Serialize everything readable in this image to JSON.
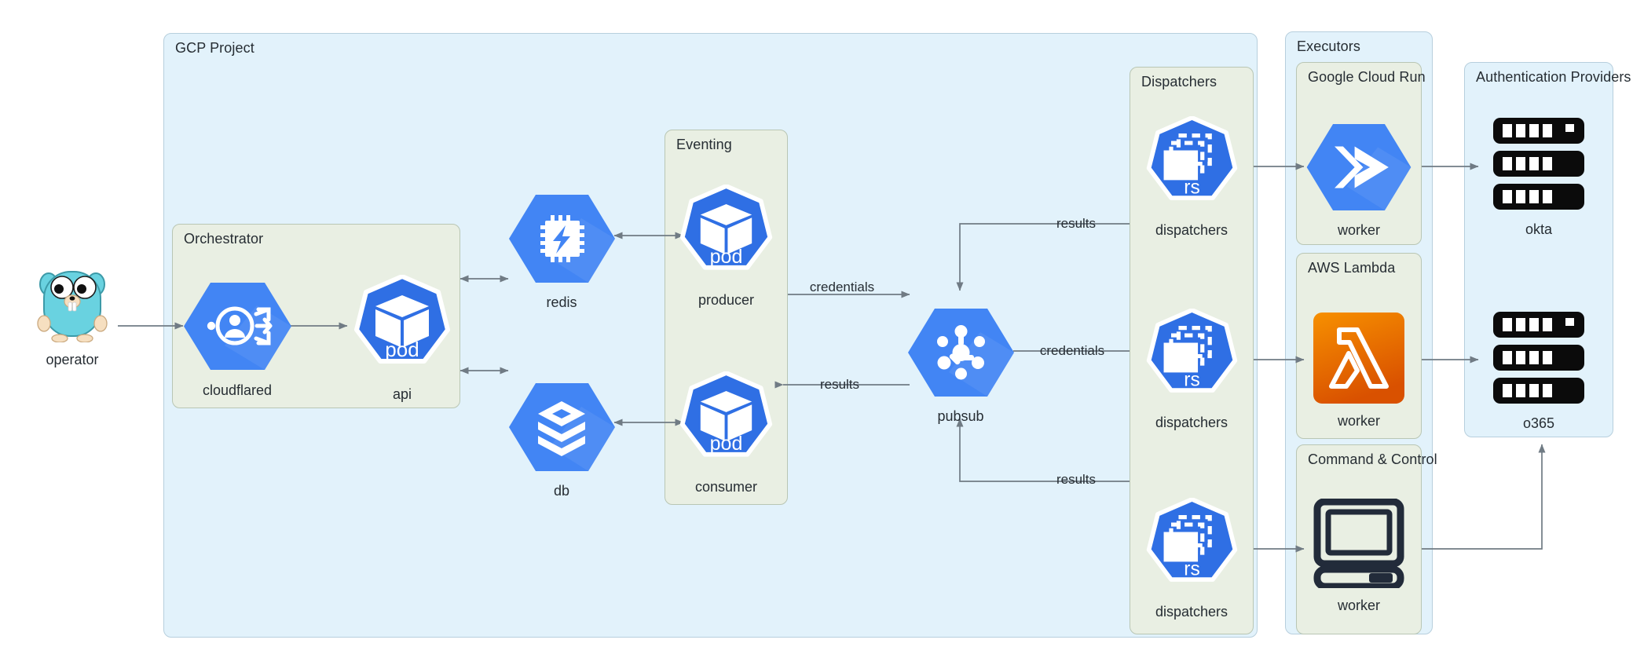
{
  "diagram": {
    "title": "GCP Project credential-harvesting architecture",
    "colors": {
      "gcp_blue": "#4285f4",
      "group_blue_fill": "#e2f2fb",
      "group_green_fill": "#e9efe3",
      "group_stroke": "#b9c6cc",
      "aws_orange_light": "#f79000",
      "aws_orange_dark": "#d95100",
      "server_black": "#0b0b0b",
      "c2_navy": "#222b3a",
      "edge_stroke": "#707b84",
      "text": "#262d33",
      "gopher_body": "#69d2e0"
    }
  },
  "groups": {
    "gcp_project": {
      "label": "GCP Project"
    },
    "orchestrator": {
      "label": "Orchestrator"
    },
    "eventing": {
      "label": "Eventing"
    },
    "dispatchers": {
      "label": "Dispatchers"
    },
    "executors": {
      "label": "Executors"
    },
    "google_cloud_run": {
      "label": "Google Cloud Run"
    },
    "aws_lambda": {
      "label": "AWS Lambda"
    },
    "command_and_control": {
      "label": "Command & Control"
    },
    "auth_providers": {
      "label": "Authentication Providers"
    }
  },
  "nodes": {
    "operator": {
      "caption": "operator",
      "icon": "go-gopher-icon"
    },
    "cloudflared": {
      "caption": "cloudflared",
      "icon": "identity-aware-proxy-icon"
    },
    "api": {
      "caption": "api",
      "icon": "kubernetes-pod-icon",
      "badge": "pod"
    },
    "redis": {
      "caption": "redis",
      "icon": "memorystore-chip-icon"
    },
    "db": {
      "caption": "db",
      "icon": "database-stack-icon"
    },
    "producer": {
      "caption": "producer",
      "icon": "kubernetes-pod-icon",
      "badge": "pod"
    },
    "consumer": {
      "caption": "consumer",
      "icon": "kubernetes-pod-icon",
      "badge": "pod"
    },
    "pubsub": {
      "caption": "pubsub",
      "icon": "pubsub-icon"
    },
    "dispatchers_1": {
      "caption": "dispatchers",
      "icon": "kubernetes-replicaset-icon",
      "badge": "rs"
    },
    "dispatchers_2": {
      "caption": "dispatchers",
      "icon": "kubernetes-replicaset-icon",
      "badge": "rs"
    },
    "dispatchers_3": {
      "caption": "dispatchers",
      "icon": "kubernetes-replicaset-icon",
      "badge": "rs"
    },
    "worker_cloudrun": {
      "caption": "worker",
      "icon": "cloud-run-icon"
    },
    "worker_lambda": {
      "caption": "worker",
      "icon": "aws-lambda-icon"
    },
    "worker_c2": {
      "caption": "worker",
      "icon": "desktop-computer-icon"
    },
    "okta": {
      "caption": "okta",
      "icon": "server-rack-icon"
    },
    "o365": {
      "caption": "o365",
      "icon": "server-rack-icon"
    }
  },
  "edges": [
    {
      "name": "operator-to-cloudflared",
      "label": ""
    },
    {
      "name": "cloudflared-to-api",
      "label": ""
    },
    {
      "name": "api-to-redis",
      "label": ""
    },
    {
      "name": "api-to-db",
      "label": ""
    },
    {
      "name": "redis-to-producer",
      "label": ""
    },
    {
      "name": "db-to-consumer",
      "label": ""
    },
    {
      "name": "producer-to-pubsub",
      "label": "credentials"
    },
    {
      "name": "pubsub-to-consumer",
      "label": "results"
    },
    {
      "name": "pubsub-to-dispatchers-2",
      "label": "credentials"
    },
    {
      "name": "dispatchers-1-to-pubsub",
      "label": "results"
    },
    {
      "name": "dispatchers-3-to-pubsub",
      "label": "results"
    },
    {
      "name": "dispatchers-1-to-cloudrun",
      "label": ""
    },
    {
      "name": "dispatchers-2-to-lambda",
      "label": ""
    },
    {
      "name": "dispatchers-3-to-c2",
      "label": ""
    },
    {
      "name": "cloudrun-to-okta",
      "label": ""
    },
    {
      "name": "lambda-to-o365",
      "label": ""
    },
    {
      "name": "c2-to-o365",
      "label": ""
    }
  ]
}
